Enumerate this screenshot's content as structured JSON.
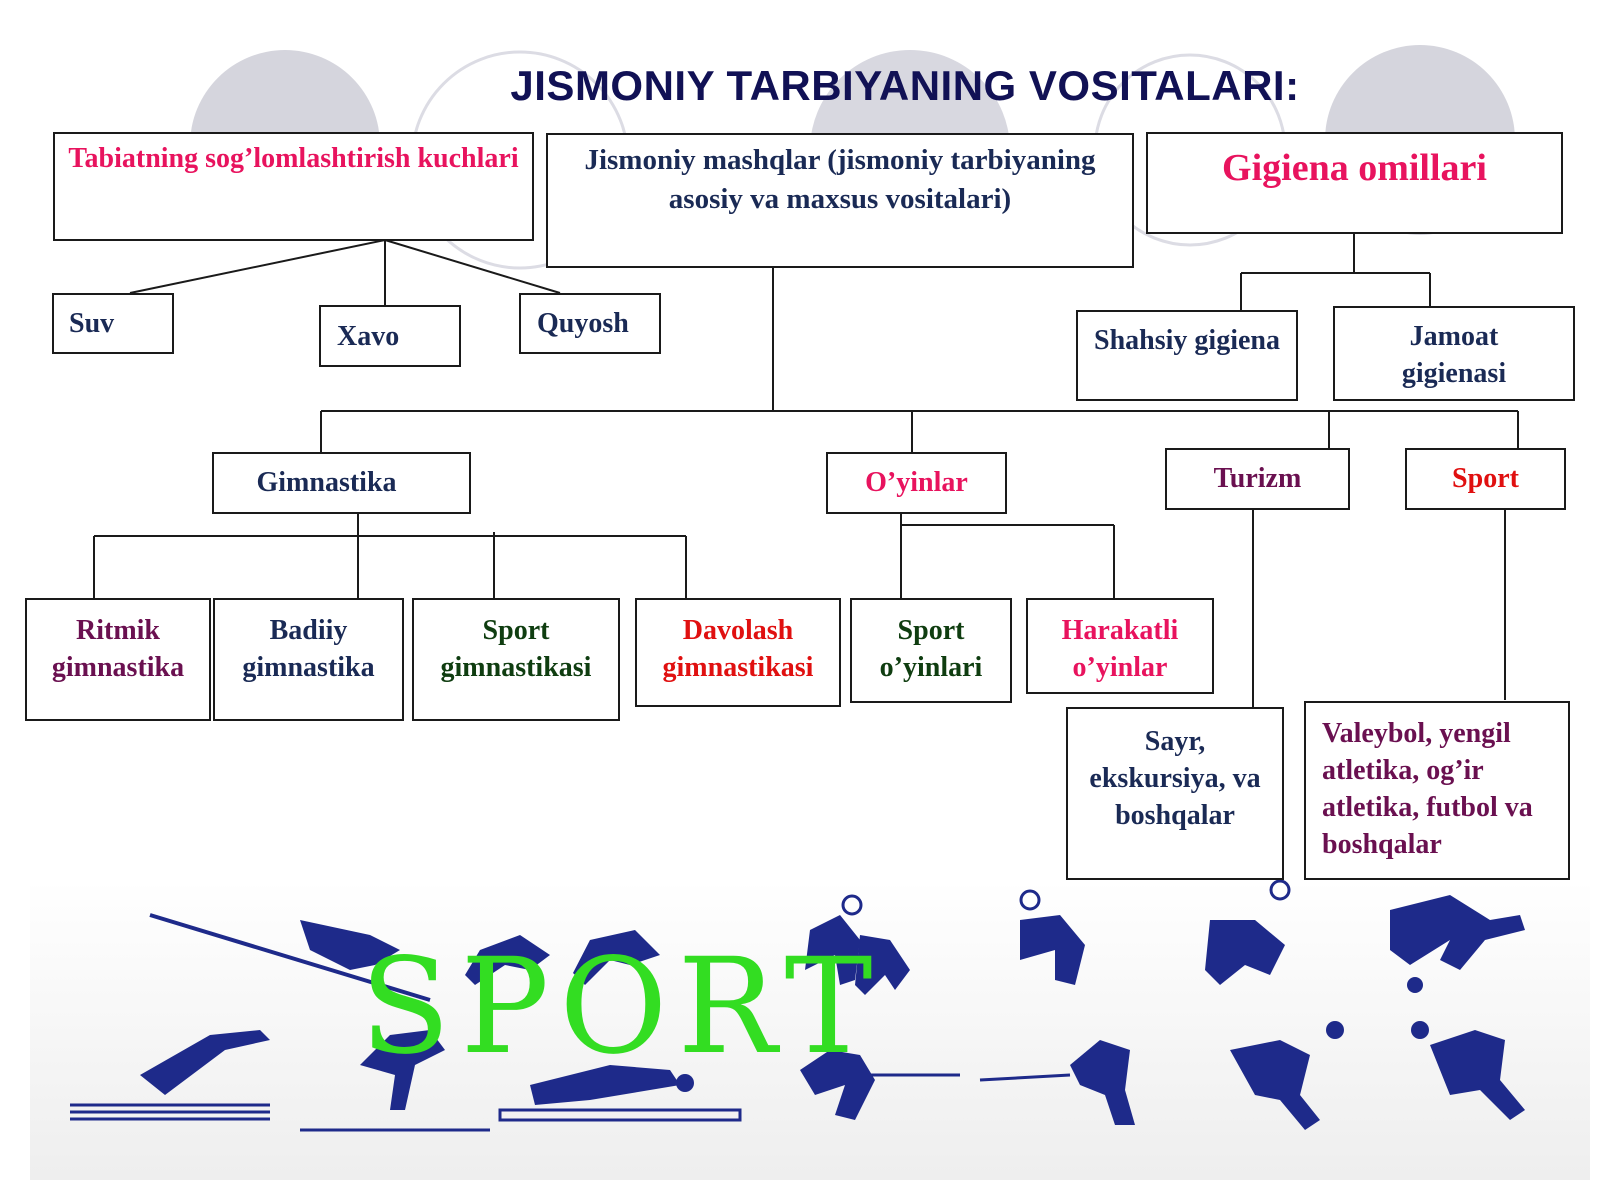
{
  "title": "JISMONIY TARBIYANING VOSITALARI:",
  "colors": {
    "navy": "#1a2a55",
    "magenta": "#e8135e",
    "red": "#e01010",
    "purple": "#6a1050",
    "green": "#0f3d10",
    "sport_green": "#33dd22",
    "figure_blue": "#1e2a8a",
    "bg_circle": "#d5d5dd"
  },
  "top": {
    "nature": "Tabiatning sog’lomlashtirish kuchlari",
    "exercises": "Jismoniy mashqlar (jismoniy tarbiyaning asosiy va maxsus vositalari)",
    "hygiene": "Gigiena omillari"
  },
  "nature_items": [
    "Suv",
    "Xavo",
    "Quyosh"
  ],
  "hygiene_items": [
    "Shahsiy gigiena",
    "Jamoat gigienasi"
  ],
  "exercise_types": {
    "gymnastics": "Gimnastika",
    "games": "O’yinlar",
    "tourism": "Turizm",
    "sport": "Sport"
  },
  "gymnastics_items": [
    "Ritmik gimnastika",
    "Badiiy gimnastika",
    "Sport gimnastikasi",
    "Davolash gimnastikasi"
  ],
  "games_items": [
    "Sport o’yinlari",
    "Harakatli o’yinlar"
  ],
  "tourism_detail": "Sayr, ekskursiya, va boshqalar",
  "sport_detail": "Valeybol, yengil atletika, og’ir atletika, futbol va boshqalar",
  "banner_word": "SPORT"
}
